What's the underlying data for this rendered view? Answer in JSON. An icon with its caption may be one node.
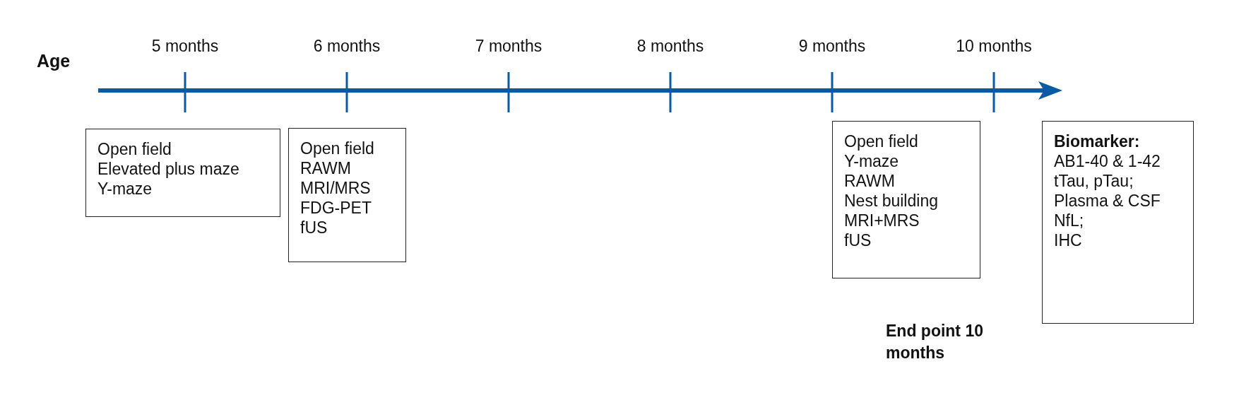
{
  "diagram": {
    "nodes": [
      {
        "text": [
          "Open field",
          "Elevated plus maze",
          "Y-maze"
        ]
      },
      {
        "text": [
          "Open field",
          "RAWM",
          "MRI/MRS",
          "FDG-PET",
          "fUS"
        ]
      },
      {
        "text": [
          "Open field",
          "Y-maze",
          "RAWM",
          "Nest building",
          "MRI+MRS",
          "fUS"
        ]
      },
      {
        "text": [
          "Biomarker:",
          "AB1-40 & 1-42 tTau, pTau;",
          "Plasma & CSF NfL;",
          "IHC"
        ]
      }
    ],
    "edges": [],
    "labels": [
      "Age",
      "5 months",
      "6 months",
      "7 months",
      "8 months",
      "9 months",
      "10 months",
      "End point 10 months"
    ]
  }
}
